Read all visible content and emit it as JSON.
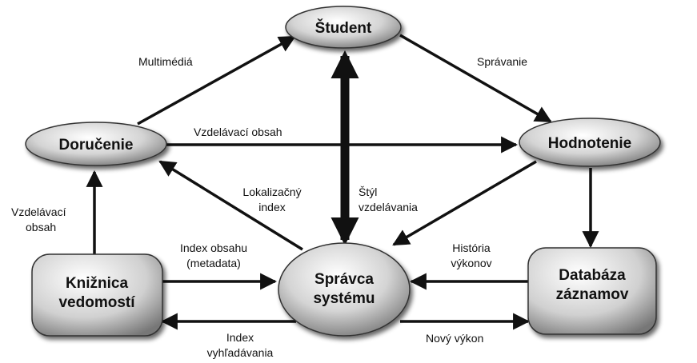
{
  "nodes": {
    "student": "Študent",
    "dorucenie": "Doručenie",
    "hodnotenie": "Hodnotenie",
    "kniznica": [
      "Knižnica",
      "vedomostí"
    ],
    "spravca": [
      "Správca",
      "systému"
    ],
    "databaza": [
      "Databáza",
      "záznamov"
    ]
  },
  "edges": {
    "multimedia": "Multimédiá",
    "spravanie": "Správanie",
    "vzdelavaci_obsah_top": "Vzdelávací obsah",
    "vzdelavaci_obsah_left": [
      "Vzdelávací",
      "obsah"
    ],
    "lokalizacny_index": [
      "Lokalizačný",
      "index"
    ],
    "styl_vzdelavania": [
      "Štýl",
      "vzdelávania"
    ],
    "index_obsahu": [
      "Index obsahu",
      "(metadata)"
    ],
    "historia_vykonov": [
      "História",
      "výkonov"
    ],
    "index_vyhladavania": [
      "Index",
      "vyhľadávania"
    ],
    "novy_vykon": "Nový výkon"
  }
}
